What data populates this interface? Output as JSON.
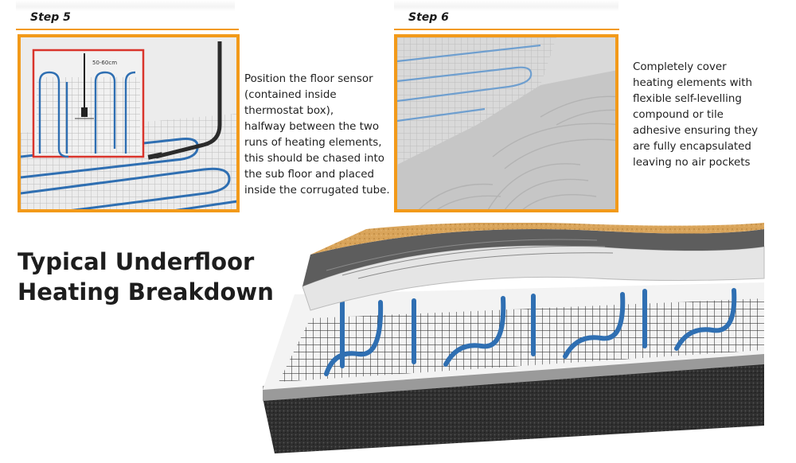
{
  "step5": {
    "label": "Step 5",
    "inset_measure": "50-60cm",
    "description": [
      "Position the floor sensor",
      "(contained inside",
      "thermostat box),",
      "halfway between the two",
      "runs of heating elements,",
      "this should be chased into",
      "the sub floor and placed",
      "inside the corrugated tube."
    ]
  },
  "step6": {
    "label": "Step 6",
    "description": [
      "Completely cover",
      "heating elements with",
      "flexible self-levelling",
      "compound or tile",
      "adhesive ensuring they",
      "are fully encapsulated",
      "leaving no air pockets"
    ]
  },
  "headline": {
    "line1": "Typical Underfloor",
    "line2": "Heating Breakdown"
  },
  "colors": {
    "accent_orange": "#f29a1a",
    "inset_red": "#d9342b",
    "cable_blue": "#2f6fb2",
    "tile_tan": "#d9a45a",
    "insulation_black": "#2a2a2a"
  }
}
